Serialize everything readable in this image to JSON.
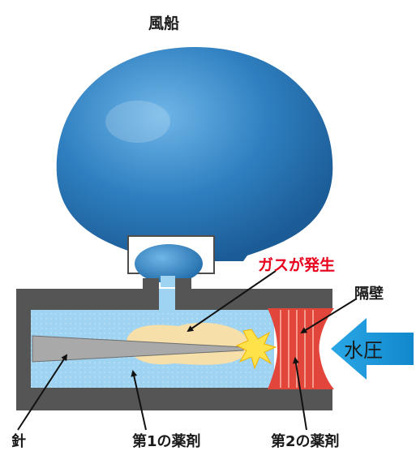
{
  "labels": {
    "balloon": "風船",
    "gas": "ガスが発生",
    "wall": "隔壁",
    "water_pressure": "水圧",
    "needle": "針",
    "agent1": "第1の薬剤",
    "agent2": "第2の薬剤"
  },
  "colors": {
    "balloon": "#2f7fc0",
    "housing": "#555555",
    "liquid": "#9fd3f2",
    "gas_cloud": "#f6dfa8",
    "wall": "#e2453a",
    "spark": "#ffe14a",
    "arrow": "#1e9ee0",
    "accent_text": "#e8001c"
  }
}
